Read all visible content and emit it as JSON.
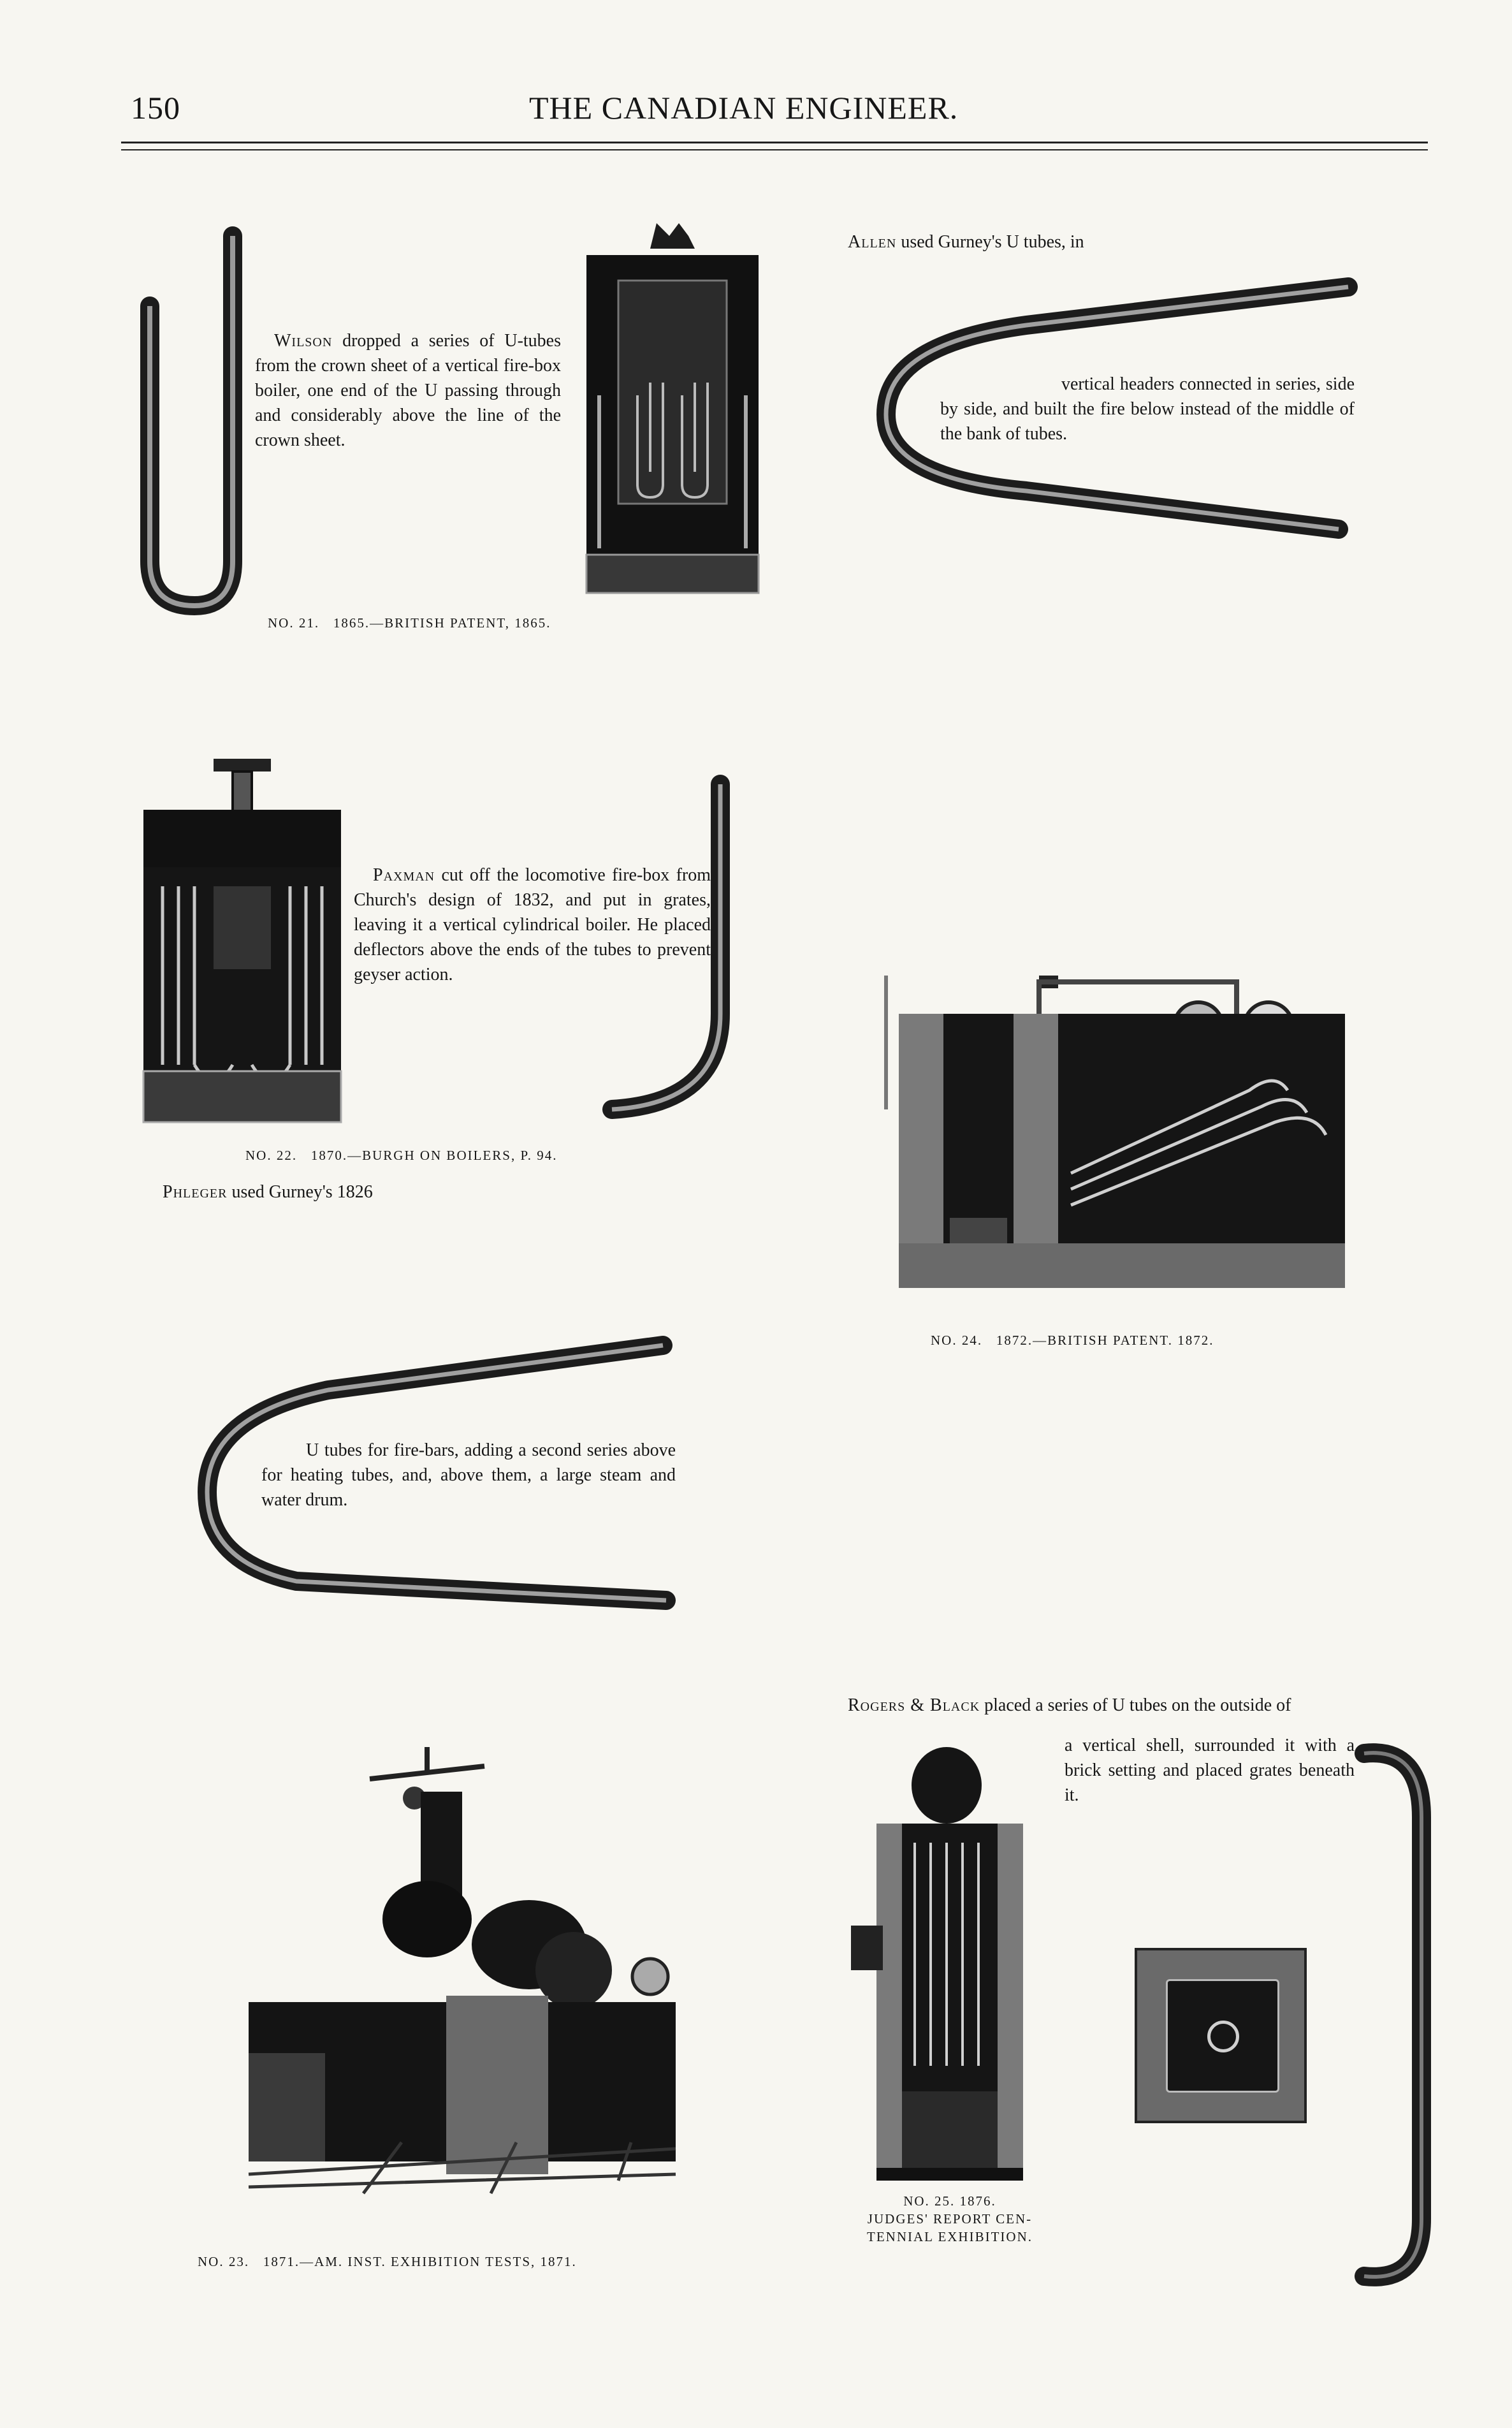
{
  "header": {
    "page_number": "150",
    "title": "THE CANADIAN ENGINEER."
  },
  "blocks": {
    "wilson": {
      "name": "Wilson",
      "text": "dropped a series of U-tubes from the crown sheet of a vertical fire-box boiler, one end of the U passing through and considerably above the line of the crown sheet.",
      "caption_no": "No. 21.",
      "caption_rest": "1865.—British Patent, 1865."
    },
    "allen": {
      "name": "Allen",
      "lead": "used Gurney's U tubes, in",
      "text": "vertical headers connected in series, side by side, and built the fire below instead of the middle of the bank of tubes."
    },
    "paxman": {
      "name": "Paxman",
      "text": "cut off the locomotive fire-box from Church's design of 1832, and put in grates, leaving it a vertical cylindrical boiler. He placed deflectors above the ends of the tubes to prevent geyser action.",
      "caption_no": "No. 22.",
      "caption_rest": "1870.—Burgh on Boilers, p. 94."
    },
    "phleger": {
      "name": "Phleger",
      "lead": "used Gurney's 1826",
      "text": "U tubes for fire-bars, adding a second series above for heating tubes, and, above them, a large steam and water drum."
    },
    "no24": {
      "caption_no": "No. 24.",
      "caption_rest": "1872.—British Patent. 1872."
    },
    "no23": {
      "caption_no": "No. 23.",
      "caption_rest": "1871.—Am. Inst. Exhibition Tests, 1871."
    },
    "rogers": {
      "name": "Rogers & Black",
      "lead": "placed a series of U tubes on the outside of",
      "text": "a vertical shell, surrounded it with a brick setting and placed grates beneath it.",
      "caption_line1": "No. 25.  1876.",
      "caption_line2": "Judges' Report Cen-",
      "caption_line3": "tennial Exhibition."
    }
  }
}
